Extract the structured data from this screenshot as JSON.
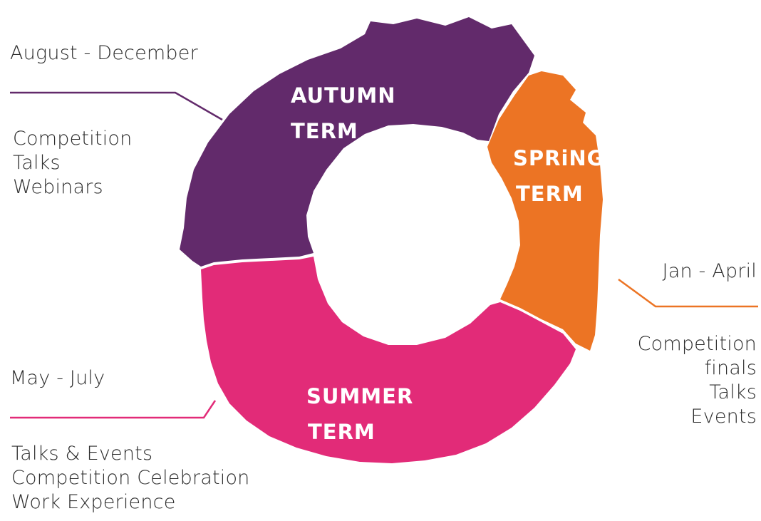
{
  "terms": {
    "autumn": {
      "label_line1": "AUTUMN",
      "label_line2": "TERM",
      "dates": "August - December",
      "activities": [
        "Competition",
        "Talks",
        "Webinars"
      ],
      "color": "#622a6b"
    },
    "spring": {
      "label_line1": "SPRiNG",
      "label_line2": "TERM",
      "dates": "Jan - April",
      "activities": [
        "Competition",
        "finals",
        "Talks",
        "Events"
      ],
      "color": "#ec7424"
    },
    "summer": {
      "label_line1": "SUMMER",
      "label_line2": "TERM",
      "dates": "May - July",
      "activities": [
        "Talks & Events",
        "Competition Celebration",
        "Work Experience"
      ],
      "color": "#e22b78"
    }
  }
}
